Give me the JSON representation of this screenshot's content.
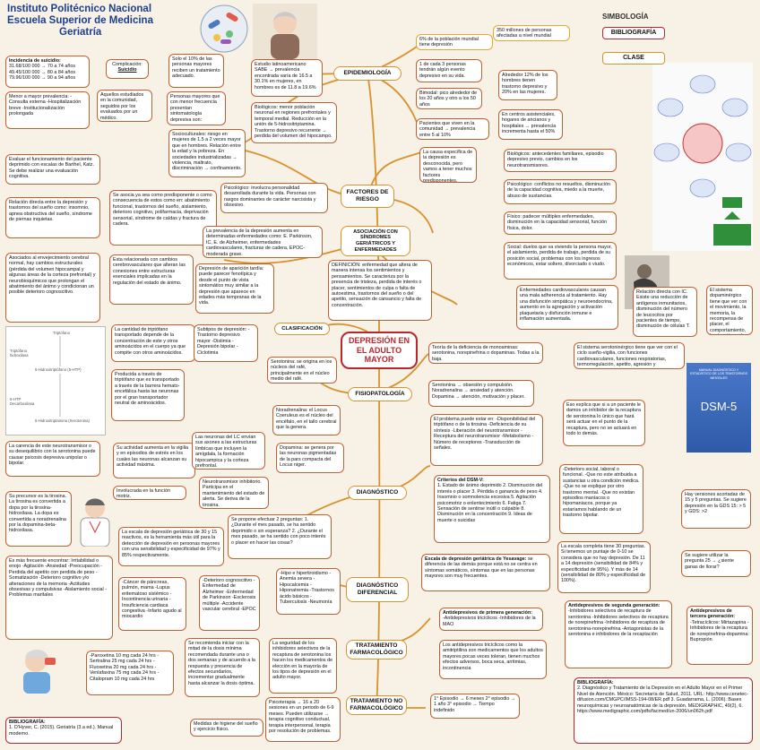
{
  "title": {
    "line1": "Instituto Politécnico Nacional",
    "line2": "Escuela Superior de Medicina",
    "line3": "Geriatría"
  },
  "center": {
    "label": "DEPRESIÓN EN EL ADULTO MAYOR"
  },
  "symbology": {
    "label": "SIMBOLOGÍA",
    "bibliografia": "BIBLIOGRAFÍA",
    "clase": "CLASE"
  },
  "headers": {
    "epidemiologia": "EPIDEMIOLOGÍA",
    "factores": "FACTORES DE RIESGO",
    "asociacion": "ASOCIACIÓN CON SÍNDROMES GERIÁTRICOS Y ENFERMEDADES",
    "clasificacion": "CLASIFICACIÓN",
    "fisiopatologia": "FISIOPATOLOGÍA",
    "diagnostico": "DIAGNÓSTICO",
    "diferencial": "DIAGNÓSTICO DIFERENCIAL",
    "farmacologico": "TRATAMIENTO FARMACOLÓGICO",
    "nofarmacologico": "TRATAMIENTO NO FARMACOLÓGICO"
  },
  "left": {
    "incidencia": {
      "title": "Incidencia de suicidio:",
      "r1": "31.68/100 000 → 70 a 74 años",
      "r2": "49.45/100 000 → 80 a 84 años",
      "r3": "79.96/100 000 → 90 a 94 años"
    },
    "complicacion": {
      "t1": "Complicación:",
      "t2": "Suicidio"
    },
    "solo10": "Solo el 10% de las personas mayores reciben un tratamiento adecuado.",
    "menor_mayor": "Menor a mayor prevalencia: -Consulta externa -Hospitalización breve -Institucionalización prolongada",
    "aquellos": "Aquellos estudiados en la comunidad, seguidos por los evaluados por un médico.",
    "personas_menor": "Personas mayores que con menor frecuencia presentan sintomatología depresiva son:",
    "evaluar": "Evaluar el funcionamiento del paciente deprimido con escalas de Barthel, Katz. Se debe realizar una evaluación cognitiva.",
    "relacion_directa": "Relación directa entre la depresión y trastornos del sueño como: insomnio, apnea obstructiva del sueño, síndrome de piernas inquietas.",
    "asocia_predisp": "Se asocia ya sea como predisponente o como consecuencia de estos como en: abatimiento funcional, trastornos del sueño, aislamiento, deterioro cognitivo, polifarmacia, deprivación sensorial, síndrome de caídas y fractura de cadera.",
    "envejecimiento": "Asociados al envejecimiento cerebral normal, hay cambios estructurales (pérdida del volumen hipocampal y algunas áreas de la corteza prefrontal) y neurobioquímicos que prolongan el abatimiento del ánimo y condicionan un posible deterioro cognoscitivo.",
    "cardio": "Esta relacionada con cambios cerebrovasculares que alteran las conexiones entre estructuras esenciales implicadas en la regulación del estado de ánimo.",
    "triptofano": "La cantidad de triptófano transportado depende de la concentración de este y otros aminoácidos en el cuerpo ya que compite con otros aminoácidos.",
    "producida": "Producida a través de triptófano que es transportado a través de la barrera hemato-encefálica hasta las neuronas por el gran transportador neutral de aminoácidos.",
    "carencia": "La carencia de este neurotransmisor o su desequilibrio con la serotonina puede causar psicosis depresiva unipolar o bipolar.",
    "actividad": "Su actividad aumenta en la vigilia y en episodios de estrés en los cuales las neuronas alcanzan su actividad máxima.",
    "precursor": "Su precursor es la tirosina. La tirosina es convertida a dopa por la tirosina-hidroxilasa. La dopa es convertida a noradrenalina por la dopamina-beta-hidroxilasa.",
    "involucrada": "Involucrada en la función motriz.",
    "frecuente": "Es más frecuente encontrar: Irritabilidad o enojo -Agitación -Ansiedad -Preocupación -Perdida del apetito con perdida de peso -Somatización -Deterioro cognitivo y/o alteraciones de la memoria -Actitudes obsesivas y compulsivas -Aislamiento social -Problemas maritales",
    "yesavage_esc": "La escala de depresión geriátrica de 30 y 15 reactivos, es la herramienta más útil para la detección de depresión en personas mayores con una sensibilidad y especificidad de 97% y 85% respectivamente.",
    "dosis": "-Paroxetina 10 mg cada 24 hrs -Sertralina 25 mg cada 24 hrs -Fluoxetina 20 mg cada 24 hrs -Venlafaxina 75 mg cada 24 hrs -Citalopram 10 mg cada 24 hrs",
    "biblio_title": "BIBLIOGRAFÍA:",
    "biblio_text": "1. D'Hyver, C. (2015). Geriatría (3.a ed.). Manual moderno."
  },
  "mid": {
    "estudio": "Estudio latinoamericano SABE → prevalencia encontrada varía de 16.5 a 30.1% en mujeres, en hombres es de 11.8 a 19.6%",
    "biologicos_mid": "Biológicos: menor población neuronal en regiones prefrontales y temporal medial. Reducción en la unión de 5-hidroxitriptamina. Trastorno depresivo recurrente → perdida del volumen del hipocampo.",
    "socioculturales": "Socioculturales: riesgo en mujeres de 1.5 a 2 veces mayor que en hombres. Relación entre la edad y la pobreza. En sociedades industrializadas → violencia, maltrato, discriminación → confinamiento.",
    "psicologico_mid": "Psicológico: involucra personalidad desarrollada durante la vida. Personas con rasgos dominantes de carácter narcisista y obsesivo.",
    "prevalencia": "La prevalencia de la depresión aumenta en determinadas enfermedades como: E. Parkinson, IC, E. de Alzheimer, enfermedades cardiovasculares, fracturas de cadera, EPOC-moderada grave.",
    "tardia": "Depresión de aparición tardía: puede parecer fenotípica y desde el punto de vista sintomático muy similar a la depresión que aparece en edades más tempranas de la vida.",
    "subtipos": "Subtipos de depresión: -Trastorno depresivo mayor -Distimia -Depresión bipolar -Ciclotimia",
    "serotonina": "Serotonina: se origina en los núcleos del rafé, principalmente en el núcleo medio del rafé.",
    "noradrenalina": "Noradrenalina: el Locus Coeruleus es el núcleo del encéfalo, en el tallo cerebral que la genera.",
    "neuronas_lc": "Las neuronas del LC envían sus axones a las estructuras límbicas que incluyen la amígdala, la formación hipocampica y la corteza prefrontal.",
    "dopamina": "Dopamina: se genera por las neuronas pigmentadas de la pars compacta del Locus niger.",
    "neurotransmisor": "Neurotransmisor inhibitorio. Participa en el mantenimiento del estado de alerta. Se deriva de la tirosina.",
    "propone": "Se propone efectuar 2 preguntas: 1. ¿Durante el mes pasado, se ha sentido deprimido o sin esperanza? 2. ¿Durante el mes pasado, se ha sentido con poco interés o placer en hacer las cosas?",
    "cancer": "-Cáncer de páncreas, pulmón, mama -Lupus eritematoso sistémico -Incontinencia urinaria -Insuficiencia cardiaca congestiva -Infarto agudo al miocardio",
    "deterioro": "-Deterioro cognoscitivo -Enfermedad de Alzheimer -Enfermedad de Parkinson -Esclerosis múltiple -Accidente vascular cerebral -EPOC",
    "hipo": "-Hipo e hipertiroidismo -Anemia severa -Hipocalcemia -Hiponatremia -Trastornos ácido básicos -Tuberculosis -Neumonía",
    "recomienda": "Se recomienda iniciar con la mitad de la dosis mínima recomendada durante una o dos semanas y de acuerdo a la respuesta y presencia de efectos secundarios, incrementar gradualmente hasta alcanzar la dosis óptima.",
    "seguridad": "La seguridad de los inhibidores selectivos de la recaptura de serotonina los hacen los medicamentos de elección en la mayoría de los tipos de depresión en el adulto mayor.",
    "higiene": "Medidas de higiene del sueño y ejercicio físico.",
    "psicoterapia": "Psicoterapia → 16 a 20 sesiones en un periodo de 6-9 meses. Pueden utilizarse → terapia cognitivo conductual, terapia interpersonal, terapia por resolución de problemas.",
    "definicion": "DEFINICIÓN: enfermedad que altera de manera intensa los sentimientos y pensamientos. Se caracteriza por la presencia de tristeza, perdida de interés o placer, sentimientos de culpa o falta de autoestima, trastornos del sueño o del apetito, sensación de cansancio y falta de concentración."
  },
  "right": {
    "seis": "6% de la población mundial tiene depresión",
    "trescincuenta": "350 millones de personas afectadas a nivel mundial",
    "unocada": "1 de cada 3 personas tendrán algún evento depresivo en su vida.",
    "bimodal": "Bimodal: pico alrededor de los 20 años y otro a los 50 años",
    "alrededor12": "Alrededor 12% de los hombres tienen trastorno depresivo y 20% en las mujeres.",
    "pacientes": "Pacientes que viven en la comunidad → prevalencia entre 5 al 10%",
    "centros": "En centros asistenciales, hogares de ancianos y hospitales → prevalencia incrementa hasta el 50%",
    "causa": "La causa específica de la depresión es desconocida, pero vamos a tener muchos factores predisponentes.",
    "bio": "Biológicos: antecedentes familiares, episodio depresivo previo, cambios en los neurotransmisores.",
    "psico": "Psicológico: conflictos no resueltos, disminución de la capacidad cognitiva, miedo a la muerte, abuso de sustancias.",
    "fisico": "Físico: padecer múltiples enfermedades, disminución en la capacidad sensorial, función física, dolor.",
    "social": "Social: duelos que va viviendo la persona mayor, el aislamiento, perdida de trabajo, perdida de su posición social, problemas con los ingresos económicos, estar soltero, divorciado o viudo.",
    "enfermedades": "Enfermedades cardiovasculares causan una mala adherencia al tratamiento. Hay una disfunción simpática y neuroendocrina, aumento en la agregación y activación plaquetaria y disfunción inmune e inflamación aumentada.",
    "relacion_ic": "Relación directa con IC. Existe una reducción de antígenos inmunitarios, disminución del número de leucocitos por pacientes de tiempo, disminución de células T.",
    "dopaminergico": "El sistema dopaminérgico tiene que ver con el movimiento, la memoria, la recompensa de placer, el comportamiento, la atención y el sueño.",
    "teoria": "Teoría de la deficiencia de monoaminas: serotonina, norepinefrina o dopaminas. Todas a la baja.",
    "serotoninergico": "El sistema serotoninérgico tiene que ver con el ciclo sueño-vigilia, con funciones cardiovasculares, funciones respiratorias, termorregulación, apetito, agresión y comportamiento sexual.",
    "ser_nor": "Serotonina → obsesión y compulsión. Noradrenalina → ansiedad y atención. Dopamina → atención, motivación y placer.",
    "problema": "El problema puede estar en: -Disponibilidad del triptófano o de la tirosina -Deficiencia de su síntesis -Liberación del neurotransmisor -Receptura del neurotransmisor -Metabolismo -Número de receptores -Transducción de señales.",
    "explica": "Eso explica que si a un paciente le damos un inhibidor de la recaptura de serotonina lo único que hará será actuar en el punto de la recaptura, pero no se actuará en todo lo demás.",
    "dsm_title": "Criterios del DSM-V:",
    "dsm_items": "1. Estado de ánimo deprimido 2. Disminución del interés o placer 3. Pérdida o ganancia de peso 4. Insomnio o somnolencia excesiva 5. Agitación psicomotriz o enlentecimiento 6. Fatiga 7. Sensación de sentirse inútil o culpable 8. Disminución en la concentración 9. Ideas de muerte o suicidas",
    "deterioro_social": "-Deterioro social, laboral o funcional. -Que no este atribuida a sustancias u otra condición médica. -Que no se explique por otro trastorno mental. -Que no existan episodios maníacos o hipomaniacos, porque ya estaríamos hablando de un trastorno bipolar.",
    "versiones": "Hay versiones acortadas de 15 y 5 preguntas. Se sugiere depresión en la GDS 15: > 5 y GDS: >2",
    "yesavage_title": "Escala de depresión geriátrica de Yesavage:",
    "yesavage_text": "se diferencia de las demás porque está no se centra en síntomas somáticos, síntomas que en las personas mayores son muy frecuentes.",
    "escala30": "La escala completa tiene 30 preguntas. Si tenemos un puntaje de 0-10 se considera que no hay depresión. De 11 a 14 depresión (sensibilidad de 84% y especificidad de 95%). Y más de 14 (sensibilidad de 80% y especificidad de 100%).",
    "sugiere": "Se sugiere utilizar la pregunta 25 → ¿siente ganas de llorar?",
    "primera_title": "Antidepresivos de primera generación:",
    "primera_text": "-Antidepresivos tricíclicos -Inhibidores de la MAO",
    "segunda_title": "Antidepresivos de segunda generación:",
    "segunda_text": "-Inhibidores selectivos de recaptura de serotonina -Inhibidores selectivos de recaptura de norepinefrina -Inhibidores de recaptura de serotonina-norepinefrina -Antagonistas de la serotonina e inhibidores de la recaptación",
    "tercera_title": "Antidepresivos de tercera generación:",
    "tercera_text": "-Tetracíclicos: Mirtazapina -Inhibidores de la recaptura de norepinefrina-dopamina: Bupropión",
    "triciclicos": "Los antidepresivos tricíclicos como la amitriptilina son medicamentos que los adultos mayores pocas veces toleran, tienen muchos efectos adversos, boca seca, arritmias, incontinencia",
    "episodios": "1° Episodio → 6 meses 2° episodio → 1 año 3° episodio → Tiempo indefinido",
    "biblio_title": "BIBLIOGRAFÍA:",
    "biblio_text": "2. Diagnóstico y Tratamiento de la Depresión en el Adulto Mayor en el Primer Nivel de Atención. México: Secretaría de Salud, 2011. URL: http://www.cenetec-difusion.com/CMGPC/IMSS-194-08/ER.pdf 3. Guadarrama, L. (2006). Bases neuroquímicas y neuroanatómicas de la depresión. MEDIGRAPHIC, 49(2), 6. https://www.medigraphic.com/pdfs/facmed/un-2006/un062h.pdf",
    "dsm_book": "DSM-5",
    "dsm_book_sub": "MANUAL DIAGNÓSTICO Y ESTADÍSTICO DE LOS TRASTORNOS MENTALES"
  },
  "diagram_small": {
    "triptofano": "Triptófano",
    "hidroxilasa": "Triptófano hidroxilasa",
    "htp": "5-Hidroxitriptófano (5-HTP)",
    "descarb": "5-HTP Decarboxilasa",
    "serotonina": "5-Hidroxitriptamina (Serotonina)"
  },
  "colors": {
    "accent": "#d9922b",
    "brand": "#1d3f8f",
    "center": "#b8272c",
    "bg": "#f7f1e6"
  }
}
